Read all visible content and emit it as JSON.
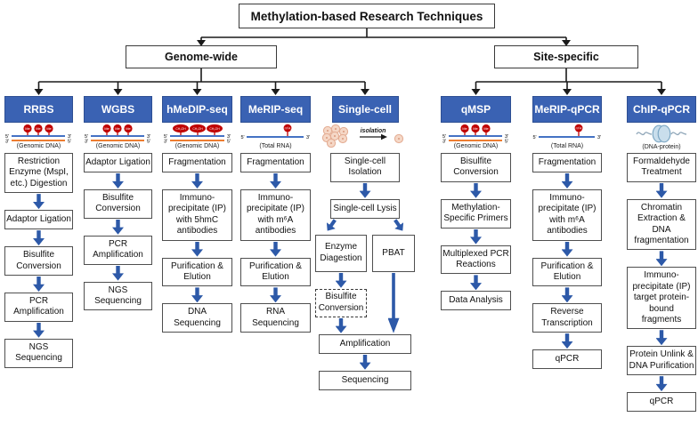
{
  "title": "Methylation-based Research Techniques",
  "branches": {
    "left": "Genome-wide",
    "right": "Site-specific"
  },
  "strand_labels": {
    "tl": "5'",
    "tr": "3'",
    "bl": "3'",
    "br": "5'"
  },
  "colors": {
    "header_bg": "#3A62B3",
    "flow_arrow_blue": "#2D59A8",
    "strand_blue": "#4472C4",
    "strand_orange": "#ED7D31",
    "lollipop_red": "#C00000",
    "connector_black": "#1a1a1a"
  },
  "icons": {
    "flow_arrow": "down-block-arrow",
    "isolation_arrow": "right-arrow"
  },
  "columns": [
    {
      "header": "RRBS",
      "sample": "(Genomic DNA)",
      "lollipop": "Me",
      "steps": [
        "Restriction Enzyme (MspI, etc.) Digestion",
        "Adaptor Ligation",
        "Bisulfite Conversion",
        "PCR Amplification",
        "NGS Sequencing"
      ]
    },
    {
      "header": "WGBS",
      "sample": "(Genomic DNA)",
      "lollipop": "Me",
      "steps": [
        "Adaptor Ligation",
        "Bisulfite Conversion",
        "PCR Amplification",
        "NGS Sequencing"
      ]
    },
    {
      "header": "hMeDIP-seq",
      "sample": "(Genomic DNA)",
      "lollipop": "CH₂OH",
      "steps": [
        "Fragmentation",
        "Immuno-precipitate (IP) with 5hmC antibodies",
        "Purification & Elution",
        "DNA Sequencing"
      ]
    },
    {
      "header": "MeRIP-seq",
      "sample": "(Total RNA)",
      "lollipop": "m⁶A",
      "steps": [
        "Fragmentation",
        "Immuno-precipitate (IP) with m⁶A antibodies",
        "Purification & Elution",
        "RNA Sequencing"
      ]
    },
    {
      "header": "Single-cell",
      "isolation_label": "isolation",
      "steps_top": [
        "Single-cell Isolation",
        "Single-cell Lysis"
      ],
      "branch_left_box": "Enzyme Diagestion",
      "branch_left_dashed": "Bisulfite Conversion",
      "branch_right_box": "PBAT",
      "steps_bottom": [
        "Amplification",
        "Sequencing"
      ]
    },
    {
      "header": "qMSP",
      "sample": "(Genomic DNA)",
      "lollipop": "Me",
      "steps": [
        "Bisulfite Conversion",
        "Methylation-Specific Primers",
        "Multiplexed PCR Reactions",
        "Data Analysis"
      ]
    },
    {
      "header": "MeRIP-qPCR",
      "sample": "(Total RNA)",
      "lollipop": "m⁶A",
      "steps": [
        "Fragmentation",
        "Immuno-precipitate (IP) with m⁶A antibodies",
        "Purification & Elution",
        "Reverse Transcription",
        "qPCR"
      ]
    },
    {
      "header": "ChIP-qPCR",
      "sample": "(DNA-protein)",
      "steps": [
        "Formaldehyde Treatment",
        "Chromatin Extraction & DNA fragmentation",
        "Immuno-precipitate (IP) target protein-bound fragments",
        "Protein Unlink & DNA Purification",
        "qPCR"
      ]
    }
  ]
}
